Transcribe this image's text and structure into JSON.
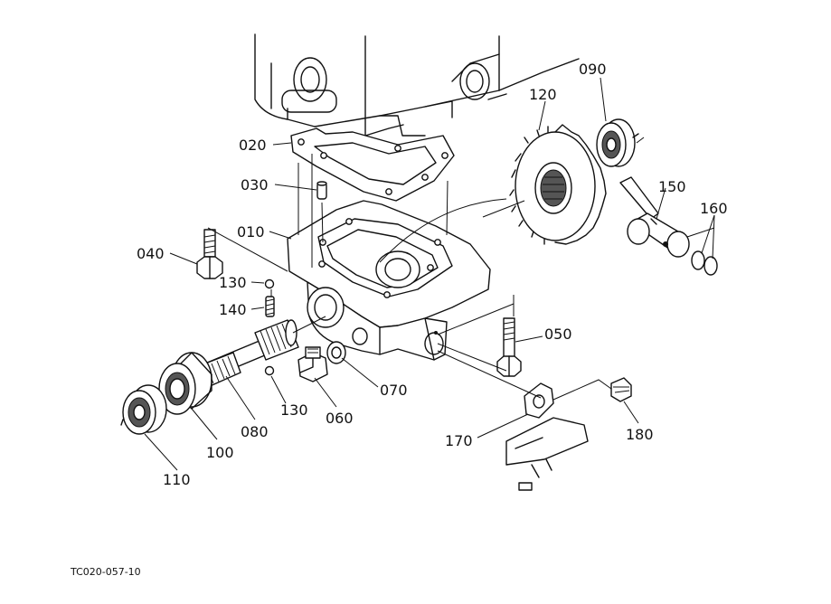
{
  "diagram": {
    "drawing_code": "TC020-057-10",
    "parts": [
      {
        "id": "p020",
        "number": "020"
      },
      {
        "id": "p030",
        "number": "030"
      },
      {
        "id": "p010",
        "number": "010"
      },
      {
        "id": "p040",
        "number": "040"
      },
      {
        "id": "p130a",
        "number": "130"
      },
      {
        "id": "p140",
        "number": "140"
      },
      {
        "id": "p120",
        "number": "120"
      },
      {
        "id": "p090",
        "number": "090"
      },
      {
        "id": "p150",
        "number": "150"
      },
      {
        "id": "p160",
        "number": "160"
      },
      {
        "id": "p050",
        "number": "050"
      },
      {
        "id": "p070",
        "number": "070"
      },
      {
        "id": "p060",
        "number": "060"
      },
      {
        "id": "p130b",
        "number": "130"
      },
      {
        "id": "p080",
        "number": "080"
      },
      {
        "id": "p100",
        "number": "100"
      },
      {
        "id": "p110",
        "number": "110"
      },
      {
        "id": "p170",
        "number": "170"
      },
      {
        "id": "p180",
        "number": "180"
      }
    ]
  }
}
